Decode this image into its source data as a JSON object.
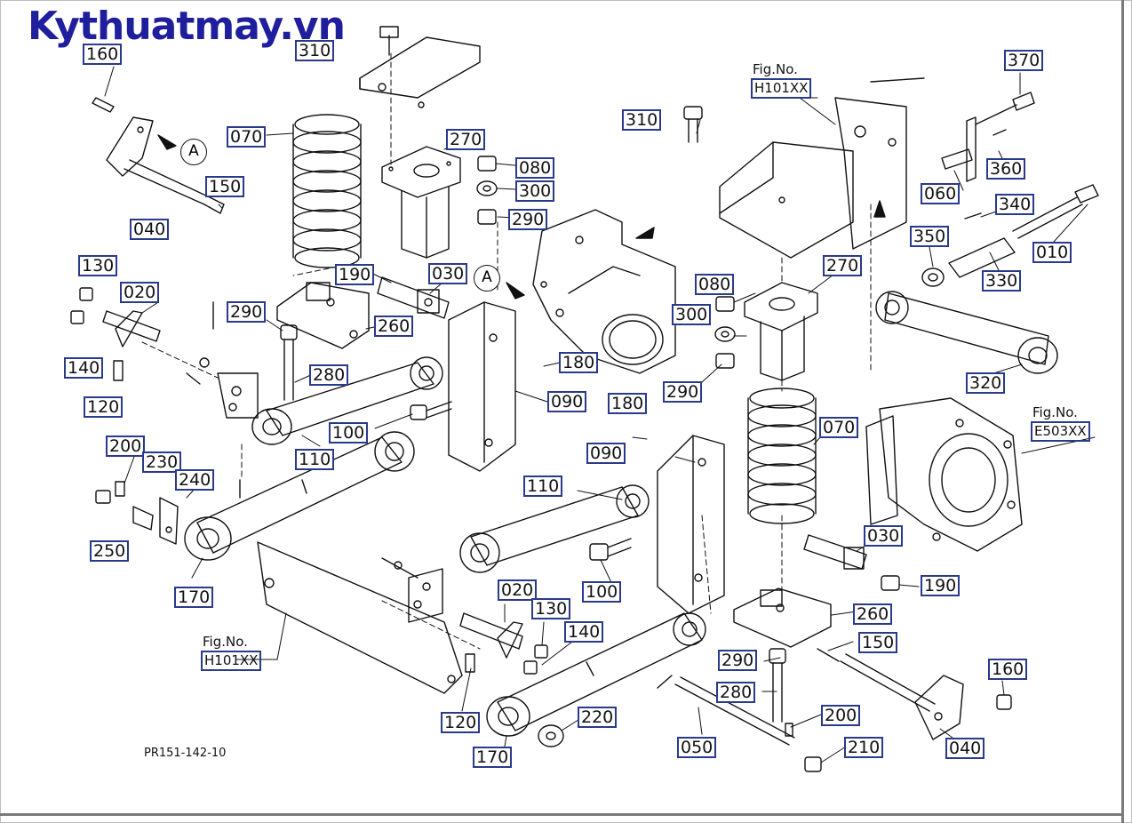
{
  "watermark": "Kythuatmay.vn",
  "drawing_code": "PR151-142-10",
  "marker_label": "A",
  "fig_no_label": "Fig.No.",
  "callouts": [
    "310",
    "160",
    "070",
    "270",
    "080",
    "300",
    "290",
    "150",
    "040",
    "130",
    "020",
    "190",
    "030",
    "290",
    "260",
    "140",
    "280",
    "180",
    "120",
    "090",
    "100",
    "110",
    "200",
    "230",
    "240",
    "250",
    "170",
    "310",
    "370",
    "360",
    "060",
    "340",
    "010",
    "350",
    "330",
    "320",
    "080",
    "270",
    "300",
    "290",
    "070",
    "180",
    "090",
    "110",
    "030",
    "100",
    "190",
    "020",
    "130",
    "260",
    "140",
    "290",
    "150",
    "160",
    "280",
    "200",
    "220",
    "120",
    "170",
    "050",
    "210",
    "040"
  ],
  "figure_refs": [
    "H101XX",
    "E503XX",
    "H101XX"
  ],
  "colors": {
    "watermark": "#1f1e9c",
    "callout_border": "#2a3a8a",
    "line": "#111111"
  }
}
